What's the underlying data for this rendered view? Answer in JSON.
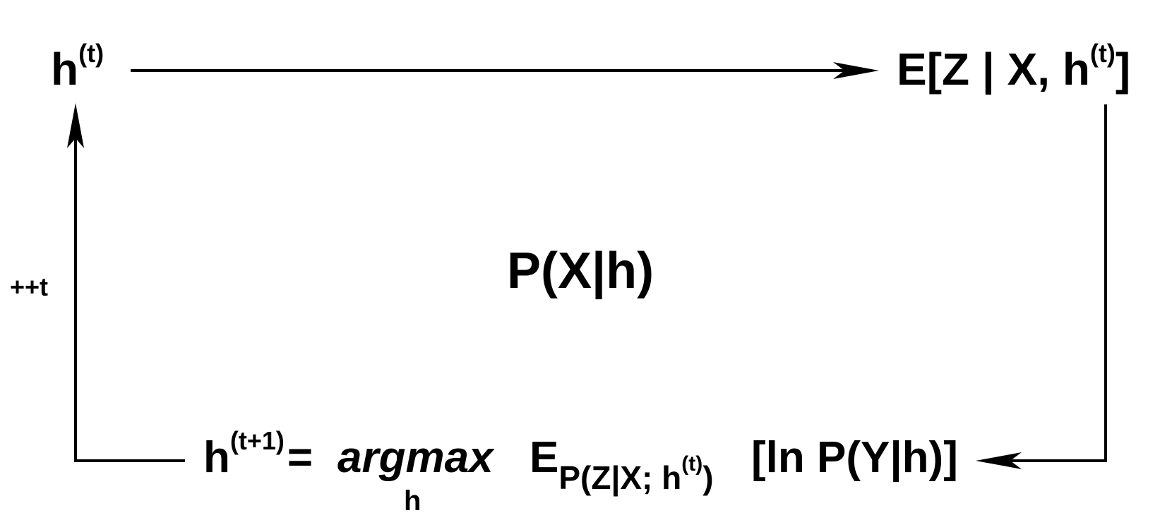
{
  "nodes": {
    "top_left": {
      "base": "h",
      "sup": "(t)"
    },
    "top_right": {
      "prefix": "E[Z | X, h",
      "sup": "(t)",
      "suffix": "]"
    },
    "center": "P(X|h)",
    "side_label": "++t",
    "bottom": {
      "lhs_base": "h",
      "lhs_sup": "(t+1)",
      "equals": "=",
      "op": "argmax",
      "op_sub": "h",
      "E": "E",
      "E_sub_prefix": "P(Z|X; h",
      "E_sub_sup": "(t)",
      "E_sub_suffix": ")",
      "tail": "[ln P(Y|h)]"
    }
  }
}
